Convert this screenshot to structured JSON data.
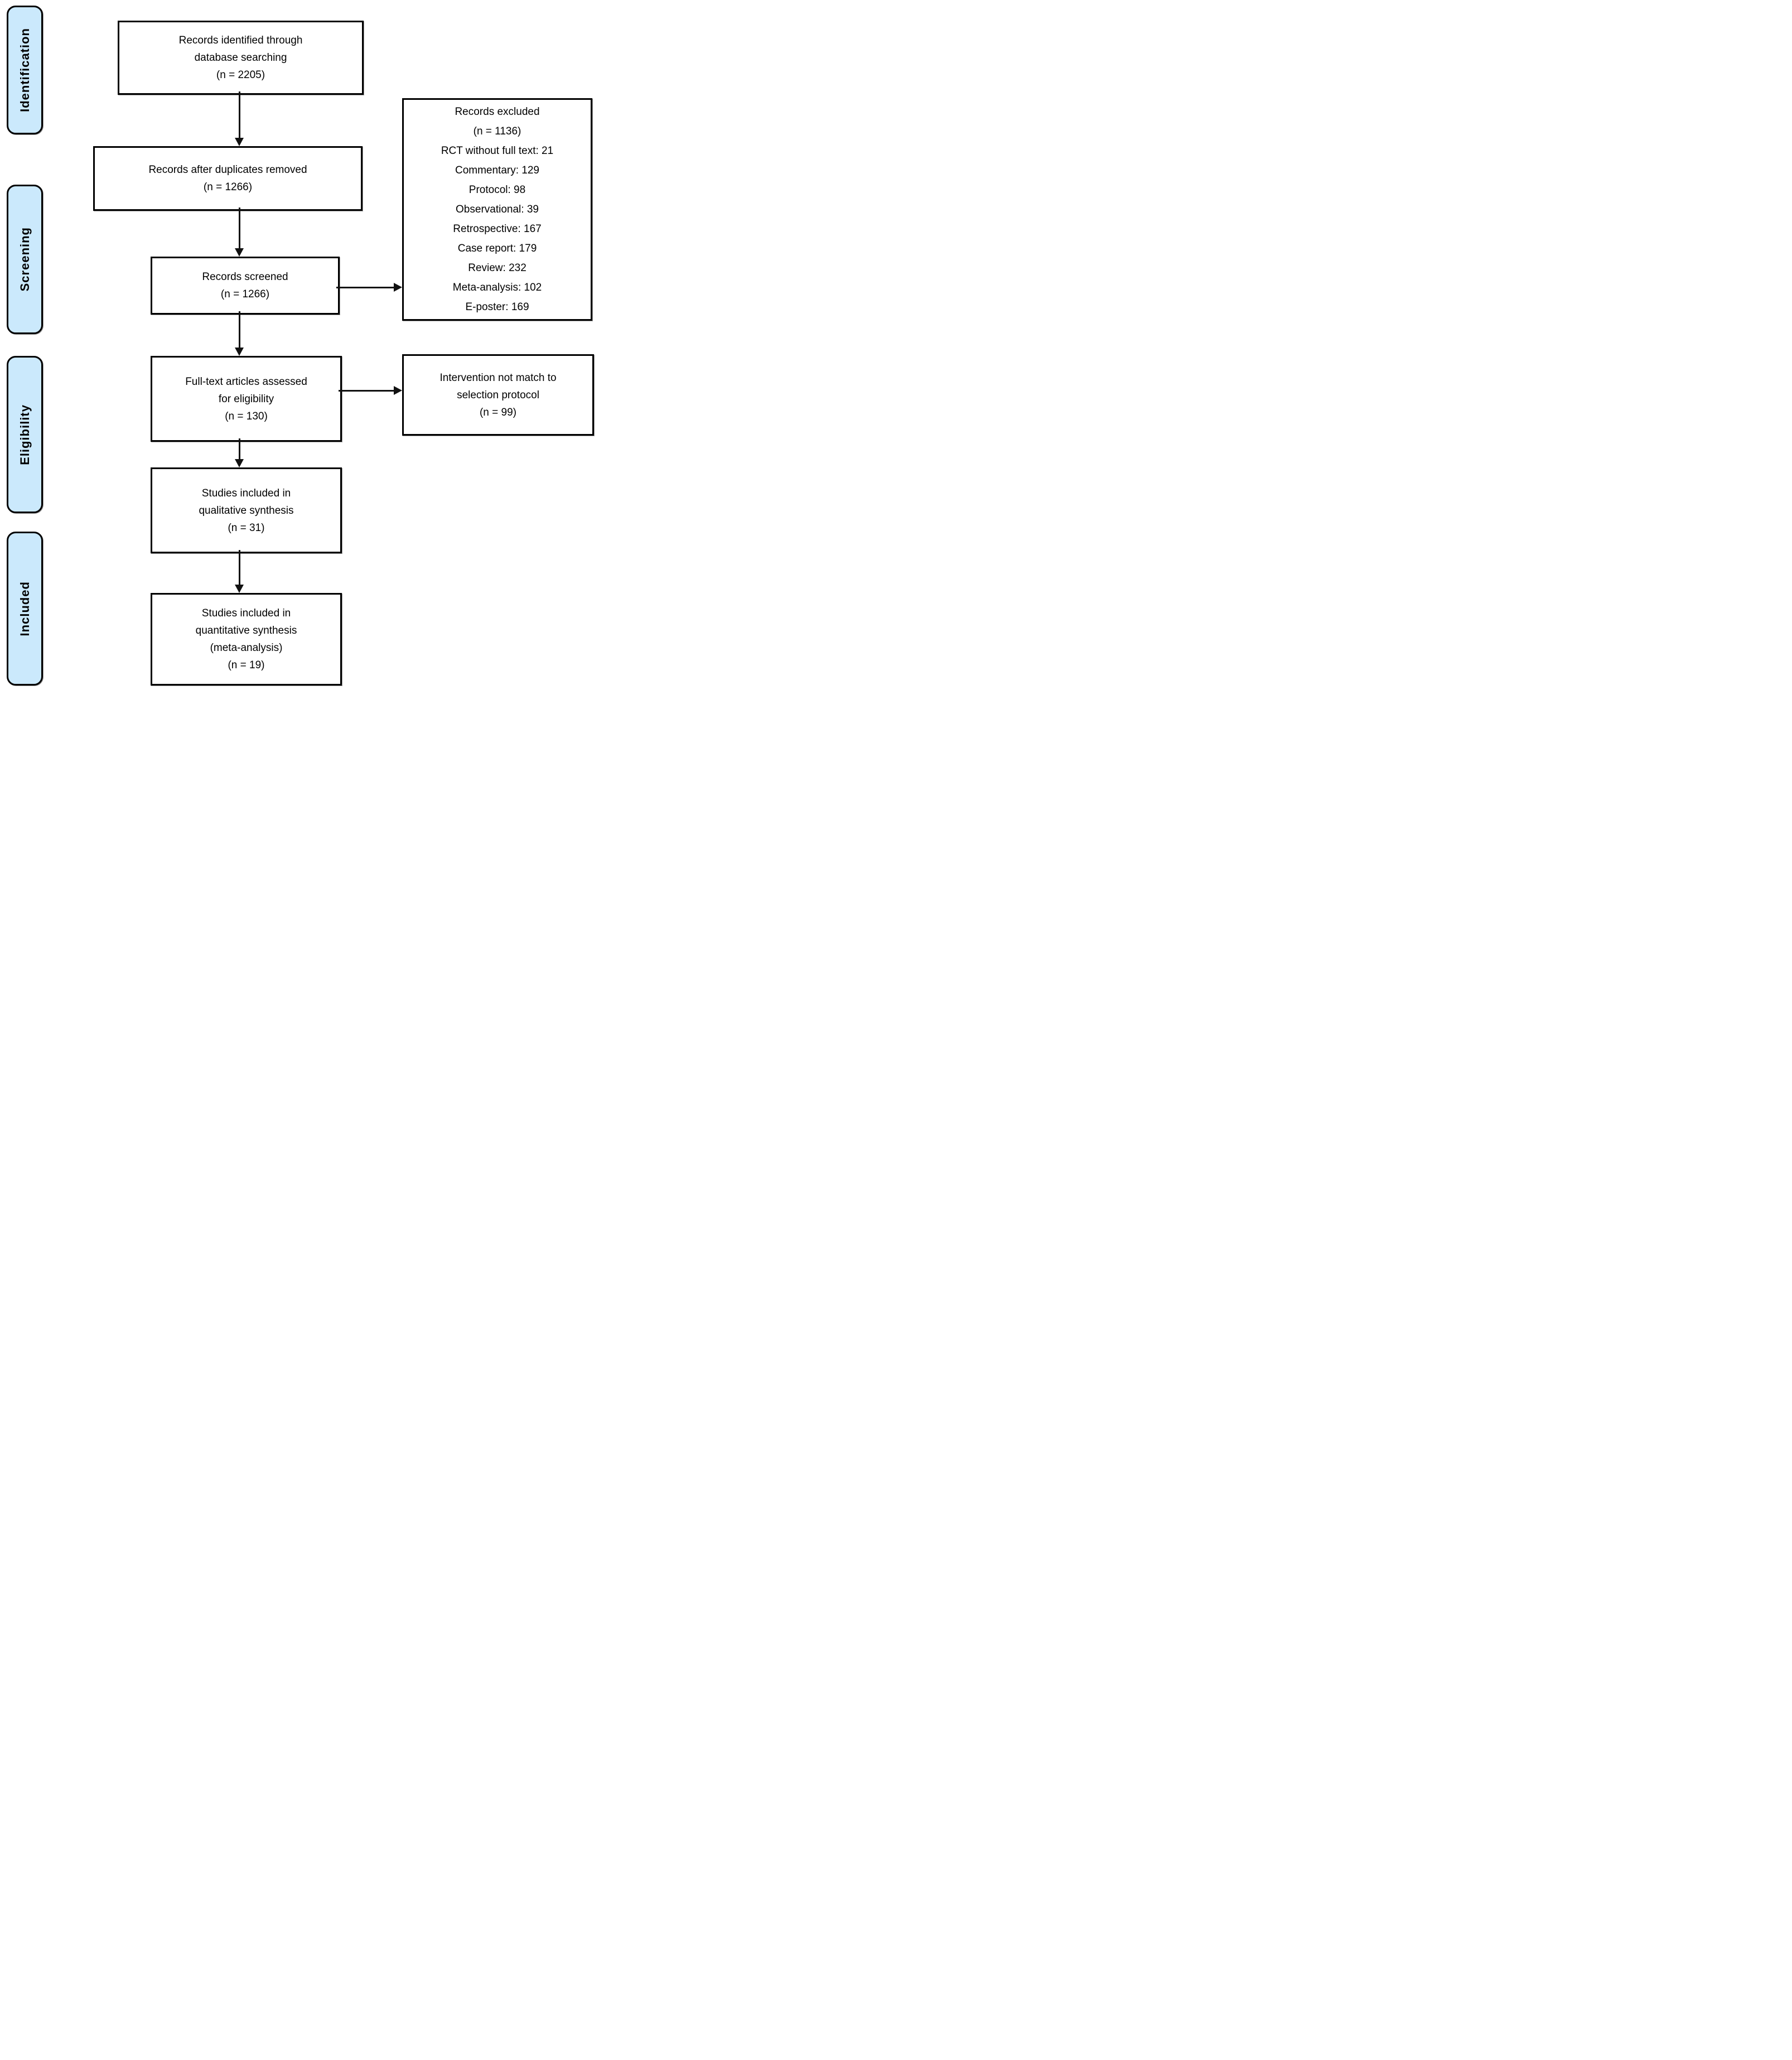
{
  "diagram": {
    "stages": [
      {
        "label": "Identification"
      },
      {
        "label": "Screening"
      },
      {
        "label": "Eligibility"
      },
      {
        "label": "Included"
      }
    ],
    "flow_boxes": [
      {
        "lines": [
          "Records identified through",
          "database searching",
          "(n = 2205)"
        ]
      },
      {
        "lines": [
          "Records after duplicates removed",
          "(n = 1266)"
        ]
      },
      {
        "lines": [
          "Records screened",
          "(n = 1266)"
        ]
      },
      {
        "lines": [
          "Full-text articles assessed",
          "for eligibility",
          "(n = 130)"
        ]
      },
      {
        "lines": [
          "Studies included in",
          "qualitative synthesis",
          "(n = 31)"
        ]
      },
      {
        "lines": [
          "Studies included in",
          "quantitative synthesis",
          "(meta-analysis)",
          "(n = 19)"
        ]
      }
    ],
    "side_boxes": [
      {
        "lines": [
          "Records excluded",
          "(n = 1136)",
          "RCT without full text: 21",
          "Commentary: 129",
          "Protocol: 98",
          "Observational: 39",
          "Retrospective: 167",
          "Case report: 179",
          "Review: 232",
          "Meta-analysis: 102",
          "E-poster: 169"
        ]
      },
      {
        "lines": [
          "Intervention not match to",
          "selection protocol",
          "(n = 99)"
        ]
      }
    ],
    "colors": {
      "stage_fill": "#cbe9fc",
      "stage_border": "#000000",
      "box_border": "#000000",
      "arrow": "#111111",
      "background": "#ffffff"
    }
  }
}
